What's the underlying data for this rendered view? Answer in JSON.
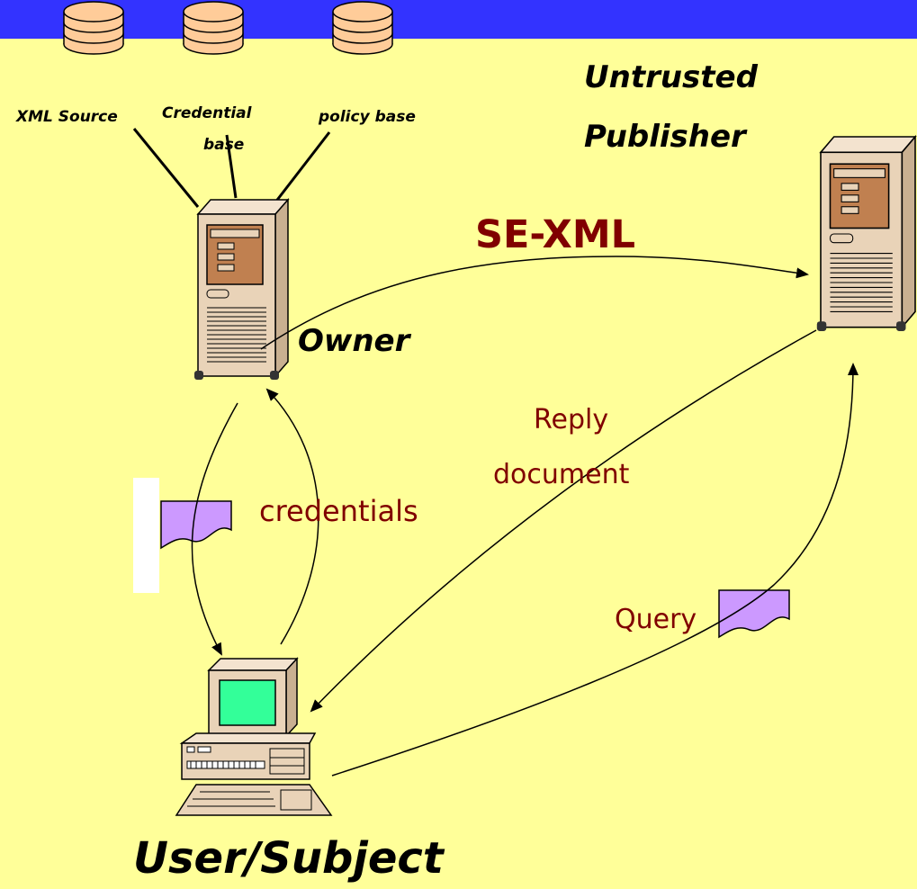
{
  "colors": {
    "background": "#ffff99",
    "header_bar": "#3333ff",
    "label_dark": "#000000",
    "label_red": "#800000",
    "database": "#ffcc99",
    "server_body": "#e9d3b8",
    "server_panel": "#c08050",
    "monitor_screen": "#33ff99",
    "document": "#cc99ff"
  },
  "databases": {
    "xml_source": "XML Source",
    "credential_base_line1": "Credential",
    "credential_base_line2": "base",
    "policy_base": "policy base"
  },
  "nodes": {
    "publisher_line1": "Untrusted",
    "publisher_line2": "Publisher",
    "owner": "Owner",
    "user": "User/Subject"
  },
  "flows": {
    "se_xml": "SE-XML",
    "reply_line1": "Reply",
    "reply_line2": "document",
    "credentials": "credentials",
    "query": "Query"
  },
  "icons": {
    "database": "database-cylinder-icon",
    "server": "tower-server-icon",
    "workstation": "desktop-computer-icon",
    "document": "document-page-icon"
  }
}
